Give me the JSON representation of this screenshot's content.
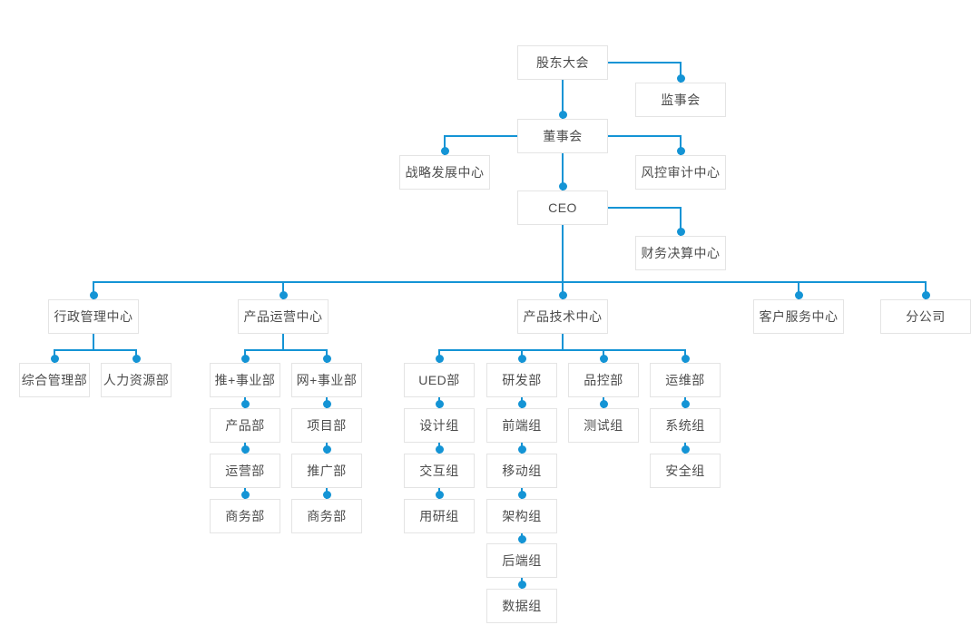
{
  "chart_title": "",
  "colors": {
    "connector_line": "#1494d5",
    "connector_dot": "#1494d5",
    "box_border": "#e4e4e4",
    "box_background": "#ffffff",
    "box_text": "#4d4d4d",
    "page_background": "#ffffff"
  },
  "nodes": [
    {
      "id": "shareholders_meeting",
      "label": "股东大会"
    },
    {
      "id": "supervisory_board",
      "label": "监事会"
    },
    {
      "id": "board_of_directors",
      "label": "董事会"
    },
    {
      "id": "strategy_dev_center",
      "label": "战略发展中心"
    },
    {
      "id": "risk_audit_center",
      "label": "风控审计中心"
    },
    {
      "id": "ceo",
      "label": "CEO"
    },
    {
      "id": "finance_center",
      "label": "财务决算中心"
    },
    {
      "id": "admin_center",
      "label": "行政管理中心"
    },
    {
      "id": "product_op_center",
      "label": "产品运营中心"
    },
    {
      "id": "product_tech_center",
      "label": "产品技术中心"
    },
    {
      "id": "customer_service_center",
      "label": "客户服务中心"
    },
    {
      "id": "branch_company",
      "label": "分公司"
    },
    {
      "id": "general_mgmt_dept",
      "label": "综合管理部"
    },
    {
      "id": "hr_dept",
      "label": "人力资源部"
    },
    {
      "id": "tui_division",
      "label": "推+事业部"
    },
    {
      "id": "wang_division",
      "label": "网+事业部"
    },
    {
      "id": "ued_dept",
      "label": "UED部"
    },
    {
      "id": "rd_dept",
      "label": "研发部"
    },
    {
      "id": "qc_dept",
      "label": "品控部"
    },
    {
      "id": "om_dept",
      "label": "运维部"
    },
    {
      "id": "product_dept",
      "label": "产品部"
    },
    {
      "id": "operation_dept",
      "label": "运营部"
    },
    {
      "id": "business_dept_1",
      "label": "商务部"
    },
    {
      "id": "project_dept",
      "label": "项目部"
    },
    {
      "id": "promotion_dept",
      "label": "推广部"
    },
    {
      "id": "business_dept_2",
      "label": "商务部"
    },
    {
      "id": "design_group",
      "label": "设计组"
    },
    {
      "id": "interaction_group",
      "label": "交互组"
    },
    {
      "id": "user_research_group",
      "label": "用研组"
    },
    {
      "id": "frontend_group",
      "label": "前端组"
    },
    {
      "id": "mobile_group",
      "label": "移动组"
    },
    {
      "id": "architecture_group",
      "label": "架构组"
    },
    {
      "id": "backend_group",
      "label": "后端组"
    },
    {
      "id": "data_group",
      "label": "数据组"
    },
    {
      "id": "test_group",
      "label": "测试组"
    },
    {
      "id": "system_group",
      "label": "系统组"
    },
    {
      "id": "security_group",
      "label": "安全组"
    }
  ],
  "edges": [
    [
      "shareholders_meeting",
      "supervisory_board"
    ],
    [
      "shareholders_meeting",
      "board_of_directors"
    ],
    [
      "board_of_directors",
      "strategy_dev_center"
    ],
    [
      "board_of_directors",
      "risk_audit_center"
    ],
    [
      "board_of_directors",
      "ceo"
    ],
    [
      "ceo",
      "finance_center"
    ],
    [
      "ceo",
      "admin_center"
    ],
    [
      "ceo",
      "product_op_center"
    ],
    [
      "ceo",
      "product_tech_center"
    ],
    [
      "ceo",
      "customer_service_center"
    ],
    [
      "ceo",
      "branch_company"
    ],
    [
      "admin_center",
      "general_mgmt_dept"
    ],
    [
      "admin_center",
      "hr_dept"
    ],
    [
      "product_op_center",
      "tui_division"
    ],
    [
      "product_op_center",
      "wang_division"
    ],
    [
      "tui_division",
      "product_dept"
    ],
    [
      "product_dept",
      "operation_dept"
    ],
    [
      "operation_dept",
      "business_dept_1"
    ],
    [
      "wang_division",
      "project_dept"
    ],
    [
      "project_dept",
      "promotion_dept"
    ],
    [
      "promotion_dept",
      "business_dept_2"
    ],
    [
      "product_tech_center",
      "ued_dept"
    ],
    [
      "product_tech_center",
      "rd_dept"
    ],
    [
      "product_tech_center",
      "qc_dept"
    ],
    [
      "product_tech_center",
      "om_dept"
    ],
    [
      "ued_dept",
      "design_group"
    ],
    [
      "design_group",
      "interaction_group"
    ],
    [
      "interaction_group",
      "user_research_group"
    ],
    [
      "rd_dept",
      "frontend_group"
    ],
    [
      "frontend_group",
      "mobile_group"
    ],
    [
      "mobile_group",
      "architecture_group"
    ],
    [
      "architecture_group",
      "backend_group"
    ],
    [
      "backend_group",
      "data_group"
    ],
    [
      "qc_dept",
      "test_group"
    ],
    [
      "om_dept",
      "system_group"
    ],
    [
      "system_group",
      "security_group"
    ]
  ]
}
